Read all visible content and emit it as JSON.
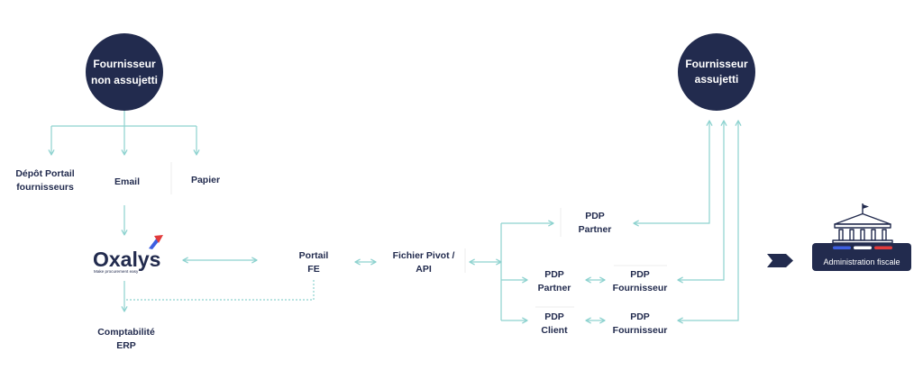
{
  "colors": {
    "navy": "#222b4e",
    "connector": "#8dd2cf",
    "flag_blue": "#3d5fe0",
    "flag_white": "#ffffff",
    "flag_red": "#e23b3b"
  },
  "suppliers": {
    "non_subject": {
      "line1": "Fournisseur",
      "line2": "non assujetti"
    },
    "subject": {
      "line1": "Fournisseur",
      "line2": "assujetti"
    }
  },
  "channels": {
    "portal": {
      "line1": "Dépôt Portail",
      "line2": "fournisseurs"
    },
    "email": "Email",
    "paper": "Papier"
  },
  "logo": {
    "name": "Oxalys",
    "tagline": "Make procurement easy",
    "icon": "oxalys-mark-icon"
  },
  "accounting": {
    "line1": "Comptabilité",
    "line2": "ERP"
  },
  "portal_fe": {
    "line1": "Portail",
    "line2": "FE"
  },
  "pivot": {
    "line1": "Fichier Pivot /",
    "line2": "API"
  },
  "pdp": {
    "partner_top": {
      "line1": "PDP",
      "line2": "Partner"
    },
    "partner": {
      "line1": "PDP",
      "line2": "Partner"
    },
    "client": {
      "line1": "PDP",
      "line2": "Client"
    },
    "supplier_a": {
      "line1": "PDP",
      "line2": "Fournisseur"
    },
    "supplier_b": {
      "line1": "PDP",
      "line2": "Fournisseur"
    }
  },
  "tax_admin": {
    "label": "Administration fiscale",
    "icon": "government-building-icon",
    "arrow_icon": "chevron-right-icon"
  }
}
